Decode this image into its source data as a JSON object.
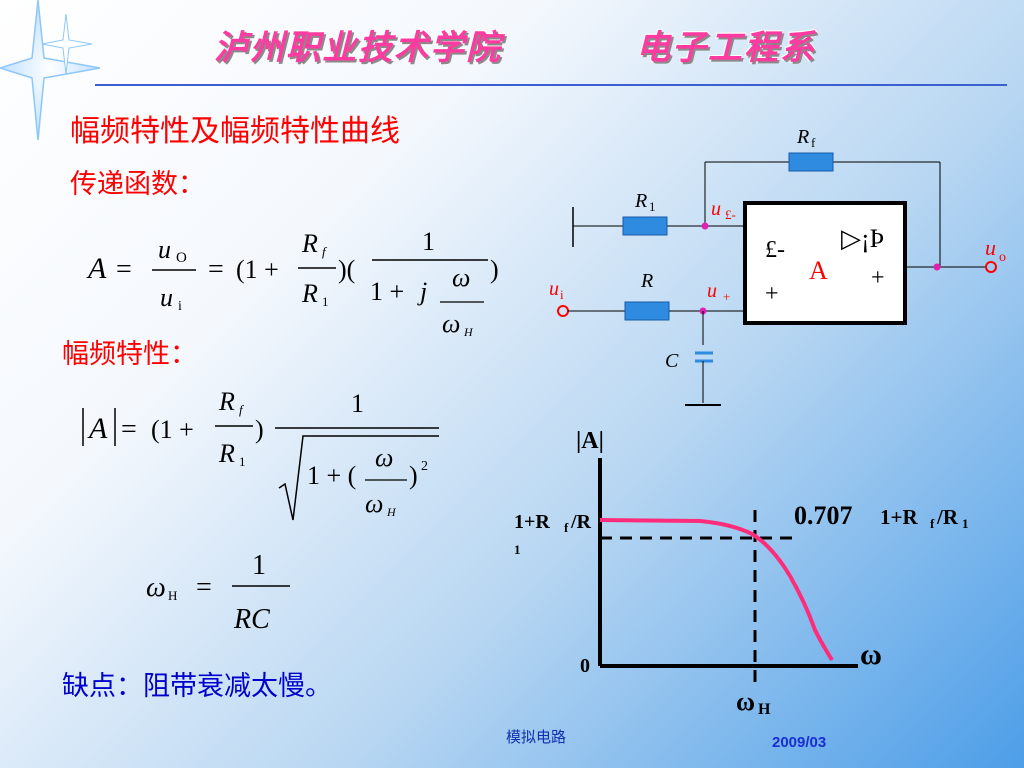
{
  "header": {
    "school": "泸州职业技术学院",
    "department": "电子工程系"
  },
  "headings": {
    "main": "幅频特性及幅频特性曲线",
    "transfer": "传递函数：",
    "amp_freq": "幅频特性：",
    "drawback": "缺点：阻带衰减太慢。"
  },
  "circuit": {
    "labels": {
      "rf": "R",
      "rf_sub": "f",
      "r1": "R",
      "r1_sub": "1",
      "r": "R",
      "c": "C",
      "un": "u",
      "un_sub": "£-",
      "up": "u",
      "up_sub": "+",
      "ui": "u",
      "ui_sub": "i",
      "uo": "u",
      "uo_sub": "o",
      "opamp_minus": "£-",
      "opamp_plus": "+",
      "opamp_a": "A",
      "opamp_sym": "▷¡Þ",
      "opamp_out_plus": "+"
    }
  },
  "graph": {
    "y_label": "|A|",
    "y_level_left": "1+R",
    "y_level_left_sub": "f",
    "y_level_left_tail": "/R",
    "y_level_left_sub2": "1",
    "level_0707": "0.707",
    "level_0707_expr": "1+R",
    "level_0707_sub": "f",
    "level_0707_tail": "/R",
    "level_0707_sub2": "1",
    "origin": "0",
    "x_label": "ω",
    "wh_label": "ω",
    "wh_sub": "H"
  },
  "colors": {
    "title": "#ff3aa0",
    "heading_red": "#ff0000",
    "heading_blue": "#0000cc",
    "curve": "#ff2c7a",
    "resistor": "#2f8be0",
    "node": "#e020b0"
  },
  "footer": {
    "subject": "模拟电路",
    "date": "2009/03"
  }
}
